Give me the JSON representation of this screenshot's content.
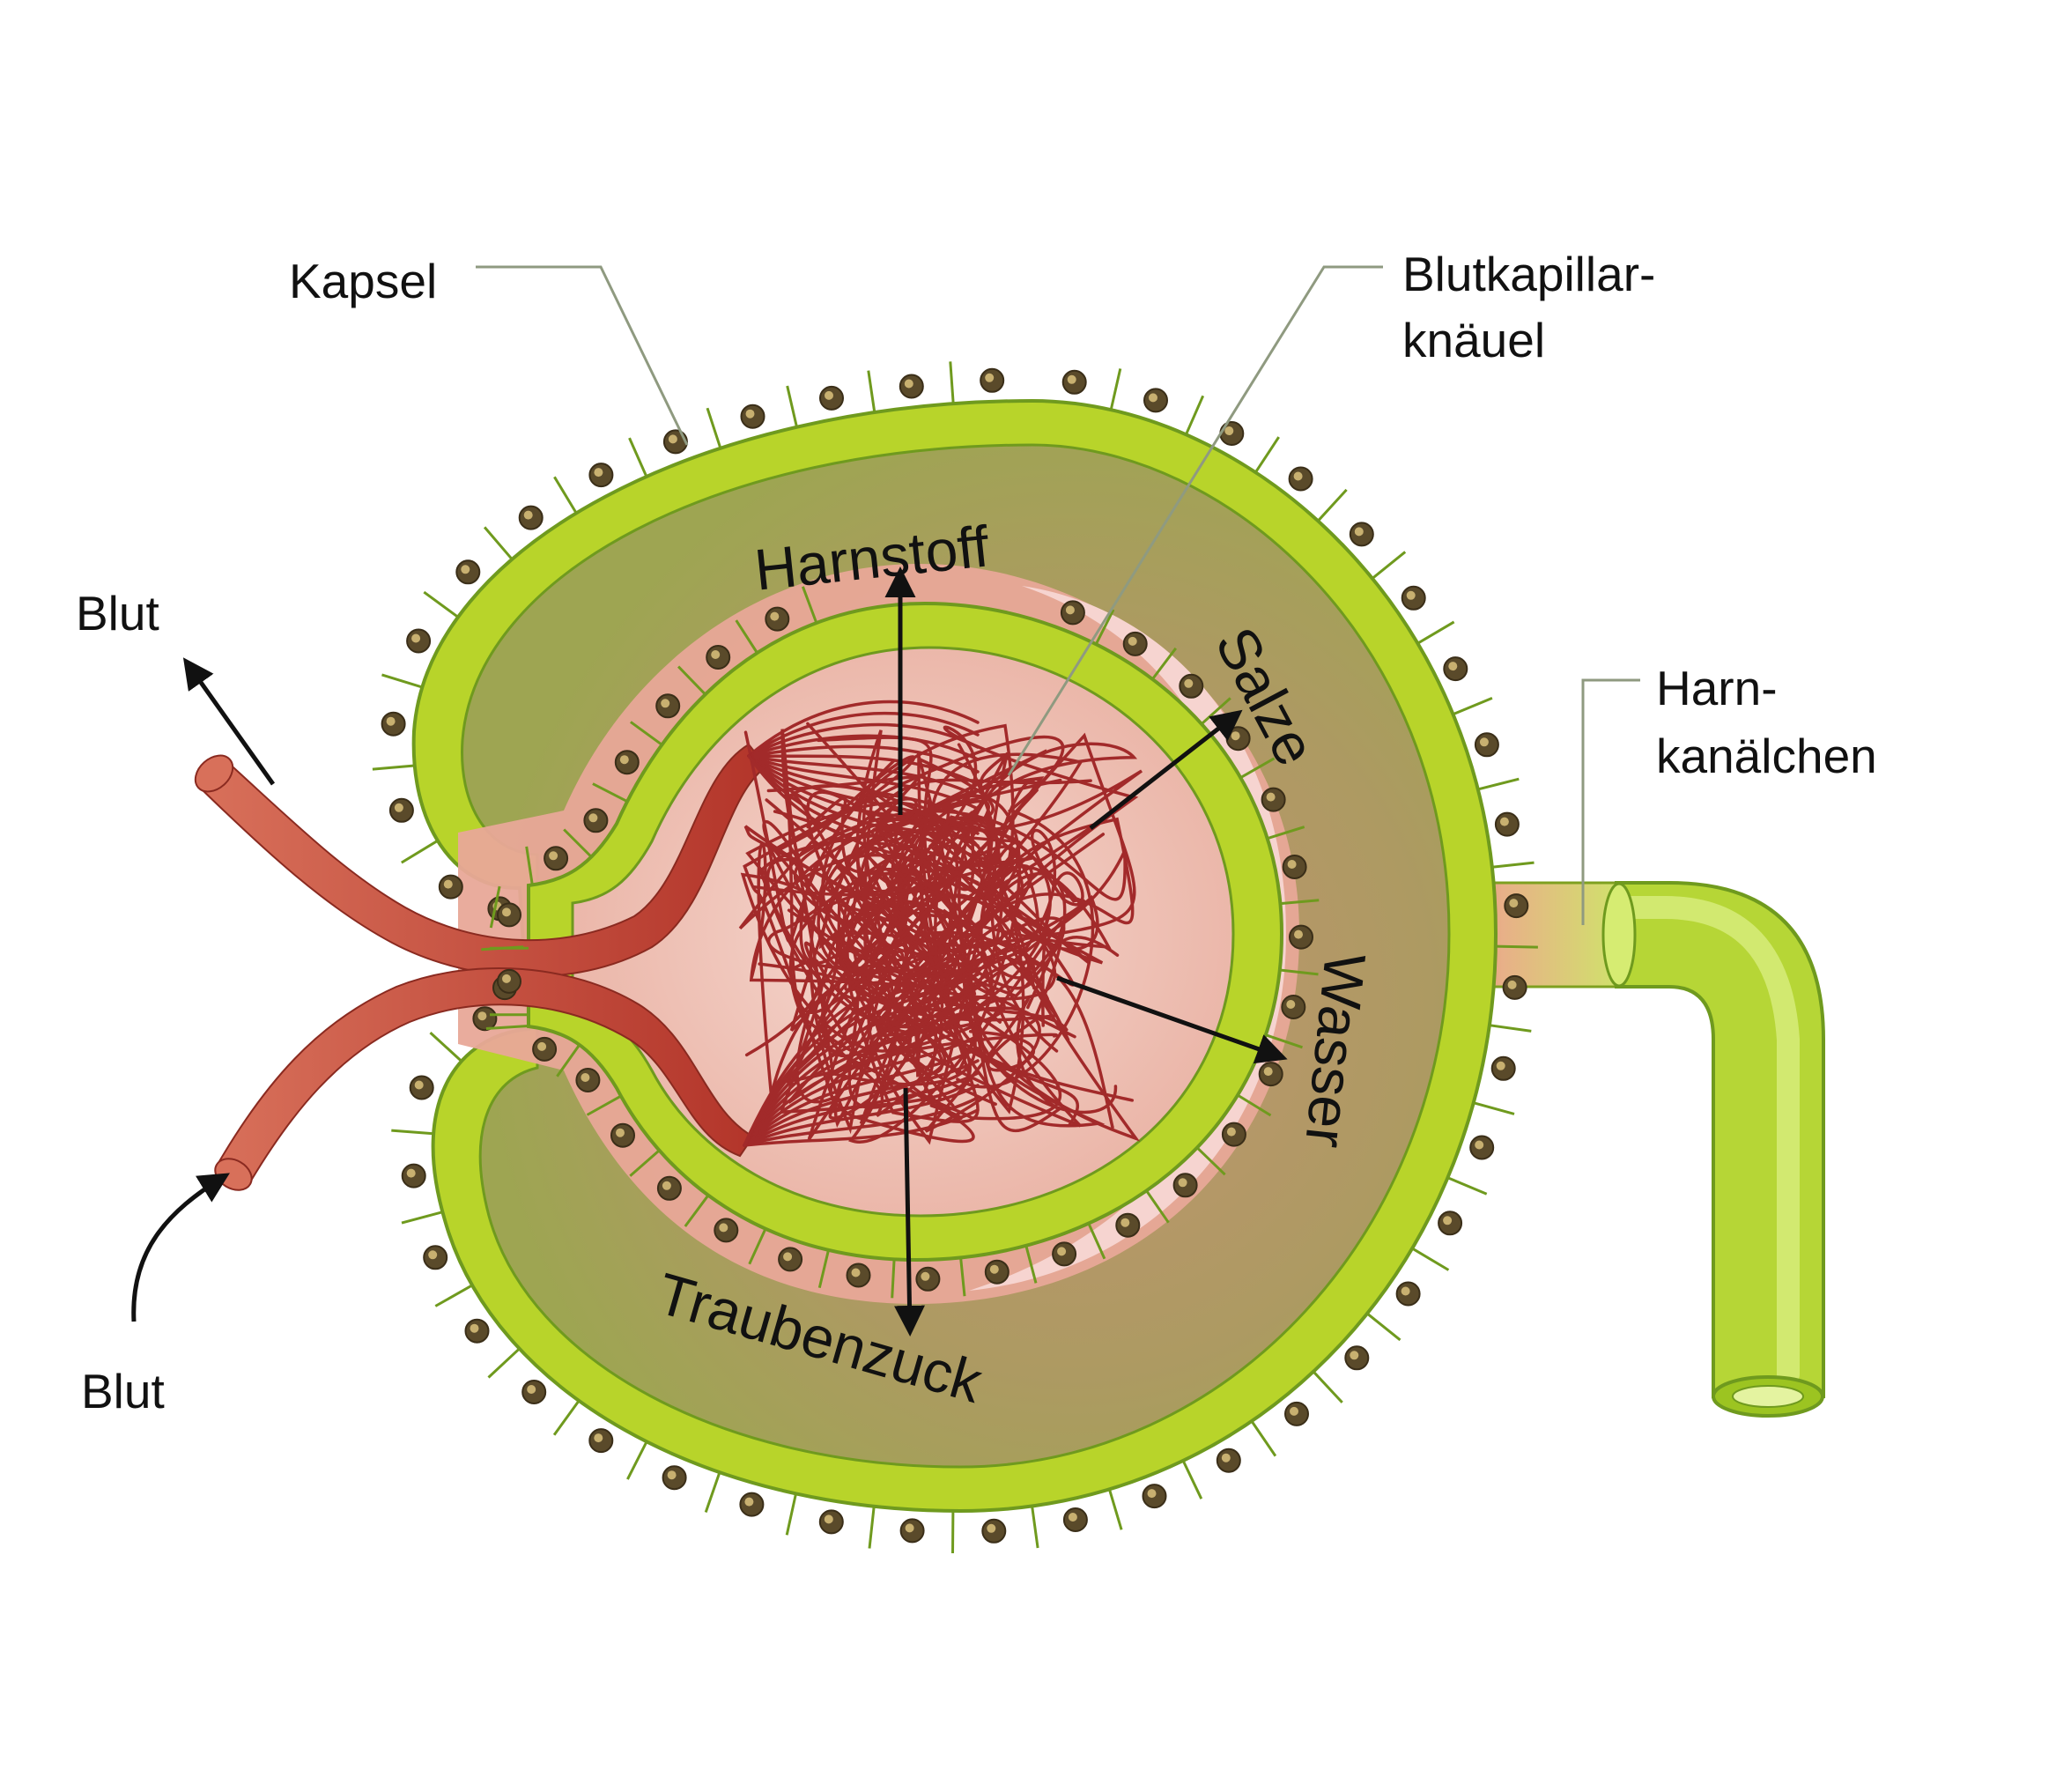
{
  "labels": {
    "kapsel": "Kapsel",
    "kapillar_line1": "Blutkapillar-",
    "kapillar_line2": "knäuel",
    "harn_line1": "Harn-",
    "harn_line2": "kanälchen",
    "blut_out": "Blut",
    "blut_in": "Blut"
  },
  "substances": {
    "harnstoff": "Harnstoff",
    "salze": "Salze",
    "wasser": "Wasser",
    "traubenzuck": "Traubenzuck"
  },
  "colors": {
    "capsule_cell": "#b8d42a",
    "capsule_cell_light": "#d2e55a",
    "capsule_border": "#6f9a1e",
    "capsule_space": "#a8a45a",
    "capsule_space_inner": "#b59870",
    "pink_layer": "#e8a898",
    "glomerulus_bg": "#f4cfc8",
    "capillary": "#a22a2a",
    "vessel": "#b83a2a",
    "vessel_light": "#d8705a",
    "nucleus": "#5a4a2a",
    "leader": "#8f9a80",
    "tubule": "#a8cc28",
    "tubule_light": "#cfe86a"
  }
}
